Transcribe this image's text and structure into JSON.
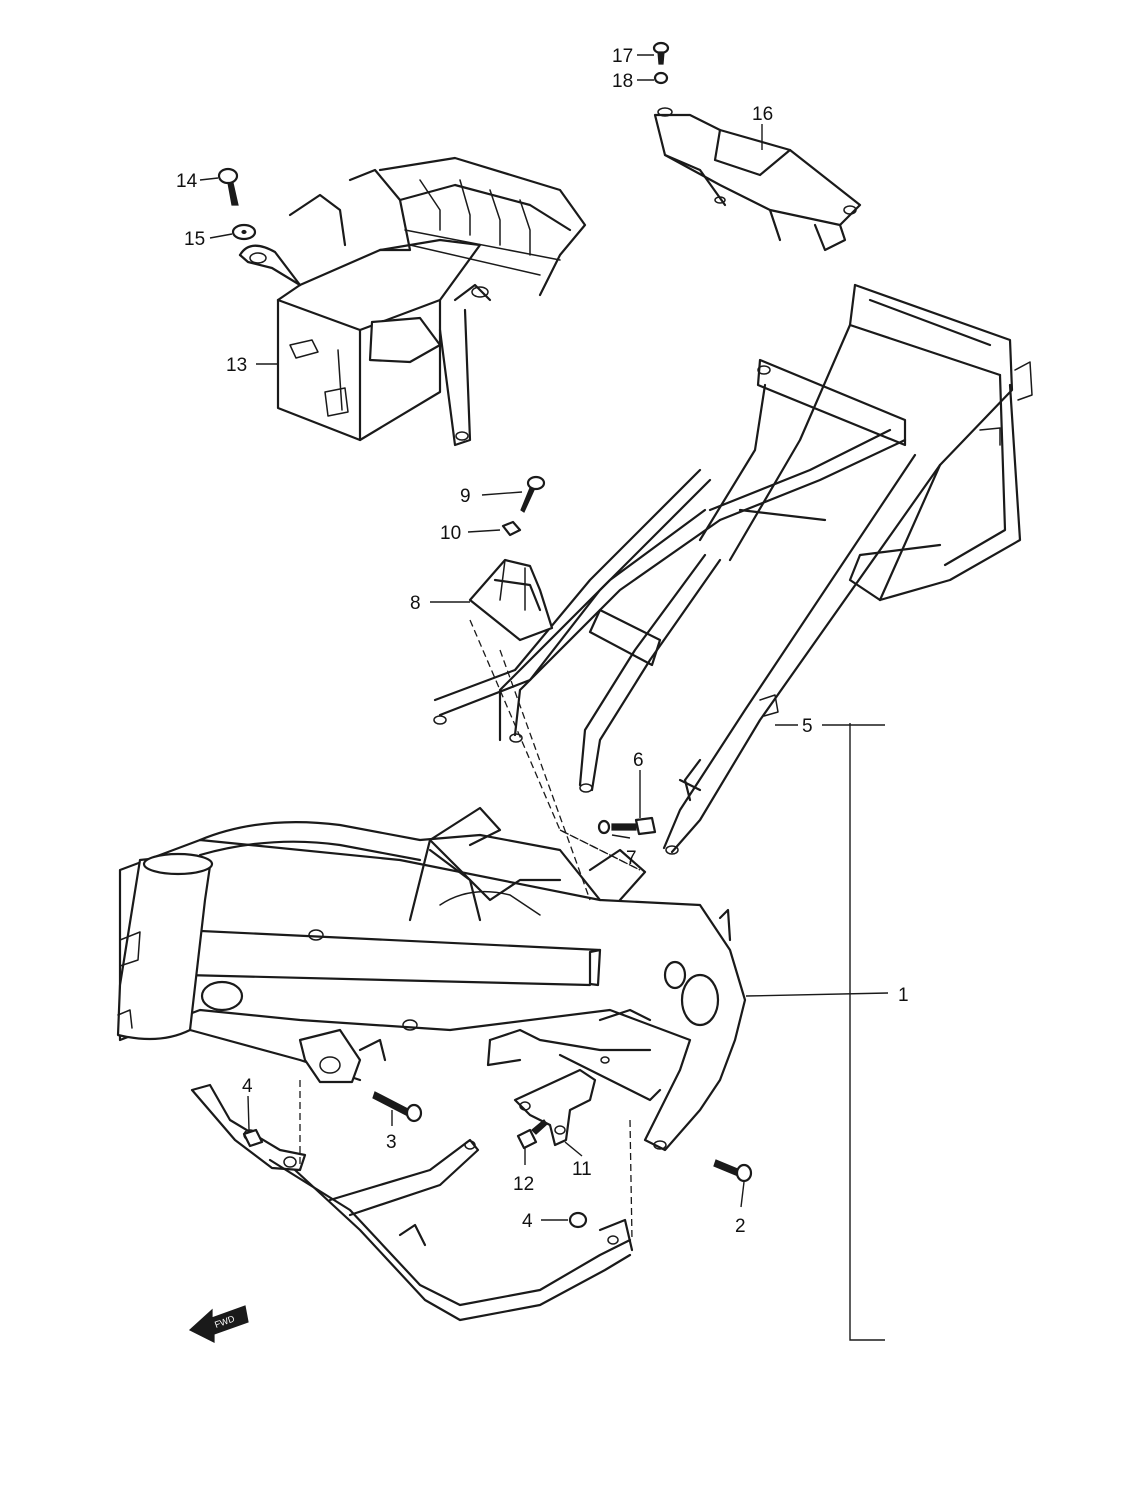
{
  "callouts": [
    {
      "id": "1",
      "label": "1"
    },
    {
      "id": "2",
      "label": "2"
    },
    {
      "id": "3",
      "label": "3"
    },
    {
      "id": "4a",
      "label": "4"
    },
    {
      "id": "4b",
      "label": "4"
    },
    {
      "id": "5",
      "label": "5"
    },
    {
      "id": "6",
      "label": "6"
    },
    {
      "id": "7",
      "label": "7"
    },
    {
      "id": "8",
      "label": "8"
    },
    {
      "id": "9",
      "label": "9"
    },
    {
      "id": "10",
      "label": "10"
    },
    {
      "id": "11",
      "label": "11"
    },
    {
      "id": "12",
      "label": "12"
    },
    {
      "id": "13",
      "label": "13"
    },
    {
      "id": "14",
      "label": "14"
    },
    {
      "id": "15",
      "label": "15"
    },
    {
      "id": "16",
      "label": "16"
    },
    {
      "id": "17",
      "label": "17"
    },
    {
      "id": "18",
      "label": "18"
    }
  ],
  "direction_marker": {
    "label": "FWD",
    "icon": "forward-arrow-icon"
  },
  "colors": {
    "ink": "#1a1a1a",
    "paper": "#ffffff"
  }
}
